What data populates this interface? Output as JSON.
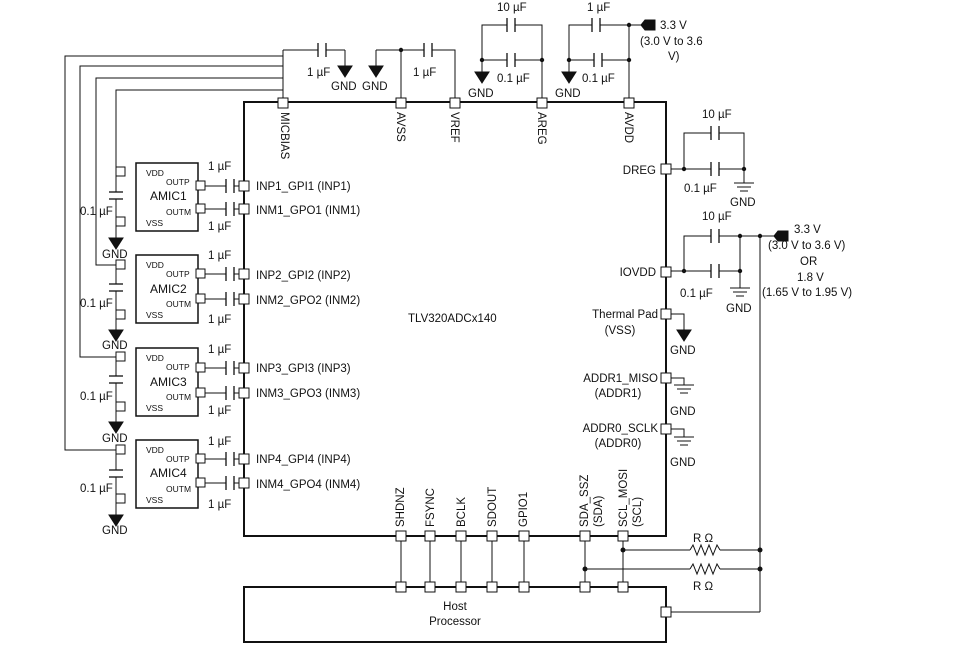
{
  "chip": {
    "name": "TLV320ADCx140",
    "top_pins": [
      "MICBIAS",
      "AVSS",
      "VREF",
      "AREG",
      "AVDD"
    ],
    "left_pins": [
      "INP1_GPI1 (INP1)",
      "INM1_GPO1 (INM1)",
      "INP2_GPI2 (INP2)",
      "INM2_GPO2 (INM2)",
      "INP3_GPI3 (INP3)",
      "INM3_GPO3 (INM3)",
      "INP4_GPI4 (INP4)",
      "INM4_GPO4 (INM4)"
    ],
    "right_pins": {
      "dreg": "DREG",
      "iovdd": "IOVDD",
      "thermal_pad": "Thermal Pad",
      "thermal_pad_sub": "(VSS)",
      "addr1": "ADDR1_MISO",
      "addr1_sub": "(ADDR1)",
      "addr0": "ADDR0_SCLK",
      "addr0_sub": "(ADDR0)"
    },
    "bottom_pins": [
      "SHDNZ",
      "FSYNC",
      "BCLK",
      "SDOUT",
      "GPIO1"
    ],
    "bottom_pins_i2c": [
      {
        "main": "SDA_SSZ",
        "sub": "(SDA)"
      },
      {
        "main": "SCL_MOSI",
        "sub": "(SCL)"
      }
    ]
  },
  "mics": [
    {
      "name": "AMIC1",
      "vdd": "VDD",
      "outp": "OUTP",
      "outm": "OUTM",
      "vss": "VSS"
    },
    {
      "name": "AMIC2",
      "vdd": "VDD",
      "outp": "OUTP",
      "outm": "OUTM",
      "vss": "VSS"
    },
    {
      "name": "AMIC3",
      "vdd": "VDD",
      "outp": "OUTP",
      "outm": "OUTM",
      "vss": "VSS"
    },
    {
      "name": "AMIC4",
      "vdd": "VDD",
      "outp": "OUTP",
      "outm": "OUTM",
      "vss": "VSS"
    }
  ],
  "labels": {
    "cap_1uf": "1 µF",
    "cap_01uf": "0.1 µF",
    "cap_10uf": "10 µF",
    "gnd": "GND",
    "resistor": "R Ω",
    "supply_33v": "3.3 V",
    "supply_33v_range": "(3.0 V to 3.6",
    "supply_33v_range_end": "V)",
    "io_33v": "3.3 V",
    "io_33v_range": "(3.0 V to 3.6 V)",
    "io_or": "OR",
    "io_18v": "1.8 V",
    "io_18v_range": "(1.65 V to 1.95 V)"
  },
  "host": {
    "line1": "Host",
    "line2": "Processor"
  }
}
